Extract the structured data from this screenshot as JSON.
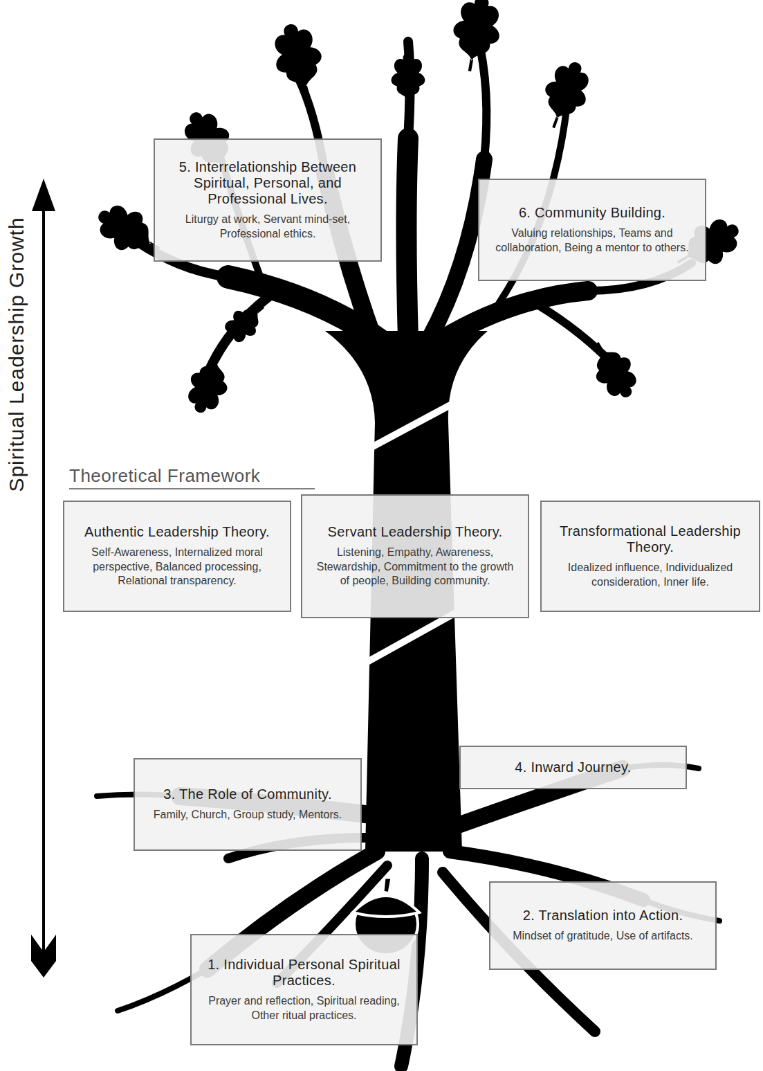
{
  "diagram": {
    "nodes": [
      {
        "text": [
          "5. Interrelationship Between Spiritual, Personal, and Professional Lives.",
          "Liturgy at work, Servant mind-set, Professional ethics."
        ]
      },
      {
        "text": [
          "6. Community Building.",
          "Valuing relationships, Teams and collaboration, Being a mentor to others."
        ]
      },
      {
        "text": [
          "Authentic Leadership Theory.",
          "Self-Awareness, Internalized moral perspective, Balanced processing, Relational transparency."
        ]
      },
      {
        "text": [
          "Servant Leadership Theory.",
          "Listening, Empathy, Awareness, Stewardship, Commitment to the growth of people, Building community."
        ]
      },
      {
        "text": [
          "Transformational Leadership Theory.",
          "Idealized influence, Individualized consideration, Inner life."
        ]
      },
      {
        "text": [
          "3. The Role of Community.",
          "Family, Church, Group study, Mentors."
        ]
      },
      {
        "text": [
          "4. Inward Journey."
        ]
      },
      {
        "text": [
          "2. Translation into Action.",
          "Mindset of gratitude, Use of artifacts."
        ]
      },
      {
        "text": [
          "1. Individual Personal Spiritual Practices.",
          "Prayer and reflection, Spiritual reading, Other ritual practices."
        ]
      }
    ],
    "labels": [
      "Spiritual Leadership Growth",
      "Theoretical Framework"
    ]
  }
}
